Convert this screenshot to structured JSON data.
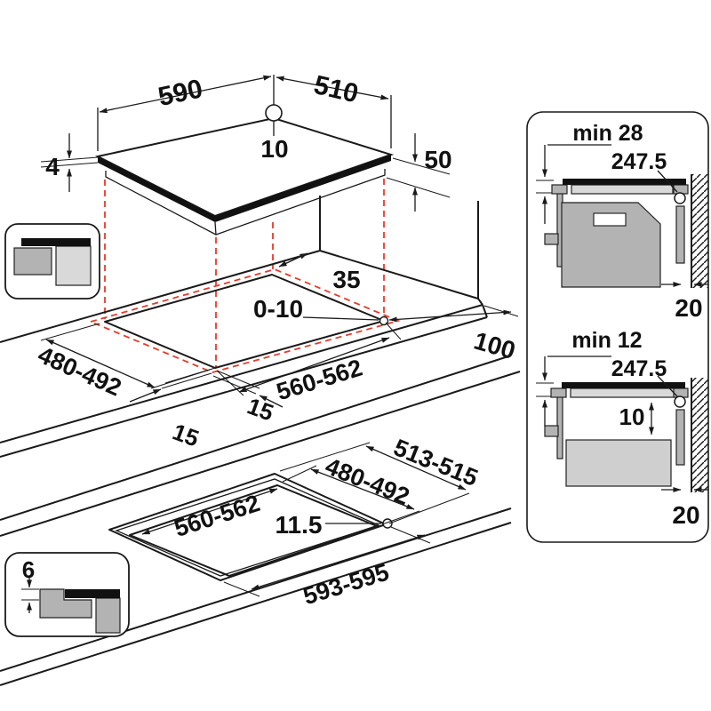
{
  "title": "Hob installation dimensions diagram",
  "colors": {
    "line": "#1a1a1a",
    "projection_red": "#e8392b",
    "gray_dark": "#b3b3b3",
    "gray_light": "#d9d9d9"
  },
  "top": {
    "width": "590",
    "depth": "510",
    "hole_offset": "10",
    "glass_thickness": "4",
    "body_height": "50"
  },
  "mid": {
    "back_clearance": "35",
    "front_hole": "0-10",
    "side_clearance": "100",
    "cutout_depth": "480-492",
    "cutout_width": "560-562",
    "overhang_side": "15",
    "overhang_front": "15"
  },
  "bot": {
    "recess_width": "513-515",
    "cutout_depth": "480-492",
    "cutout_width": "560-562",
    "corner_radius": "11.5",
    "recess_length": "593-595",
    "rebate_depth": "6"
  },
  "panel_top": {
    "clearance": "min 28",
    "hole_distance": "247.5",
    "wall_distance": "20"
  },
  "panel_bot": {
    "clearance": "min 12",
    "hole_distance": "247.5",
    "oven_gap": "10",
    "wall_distance": "20"
  }
}
